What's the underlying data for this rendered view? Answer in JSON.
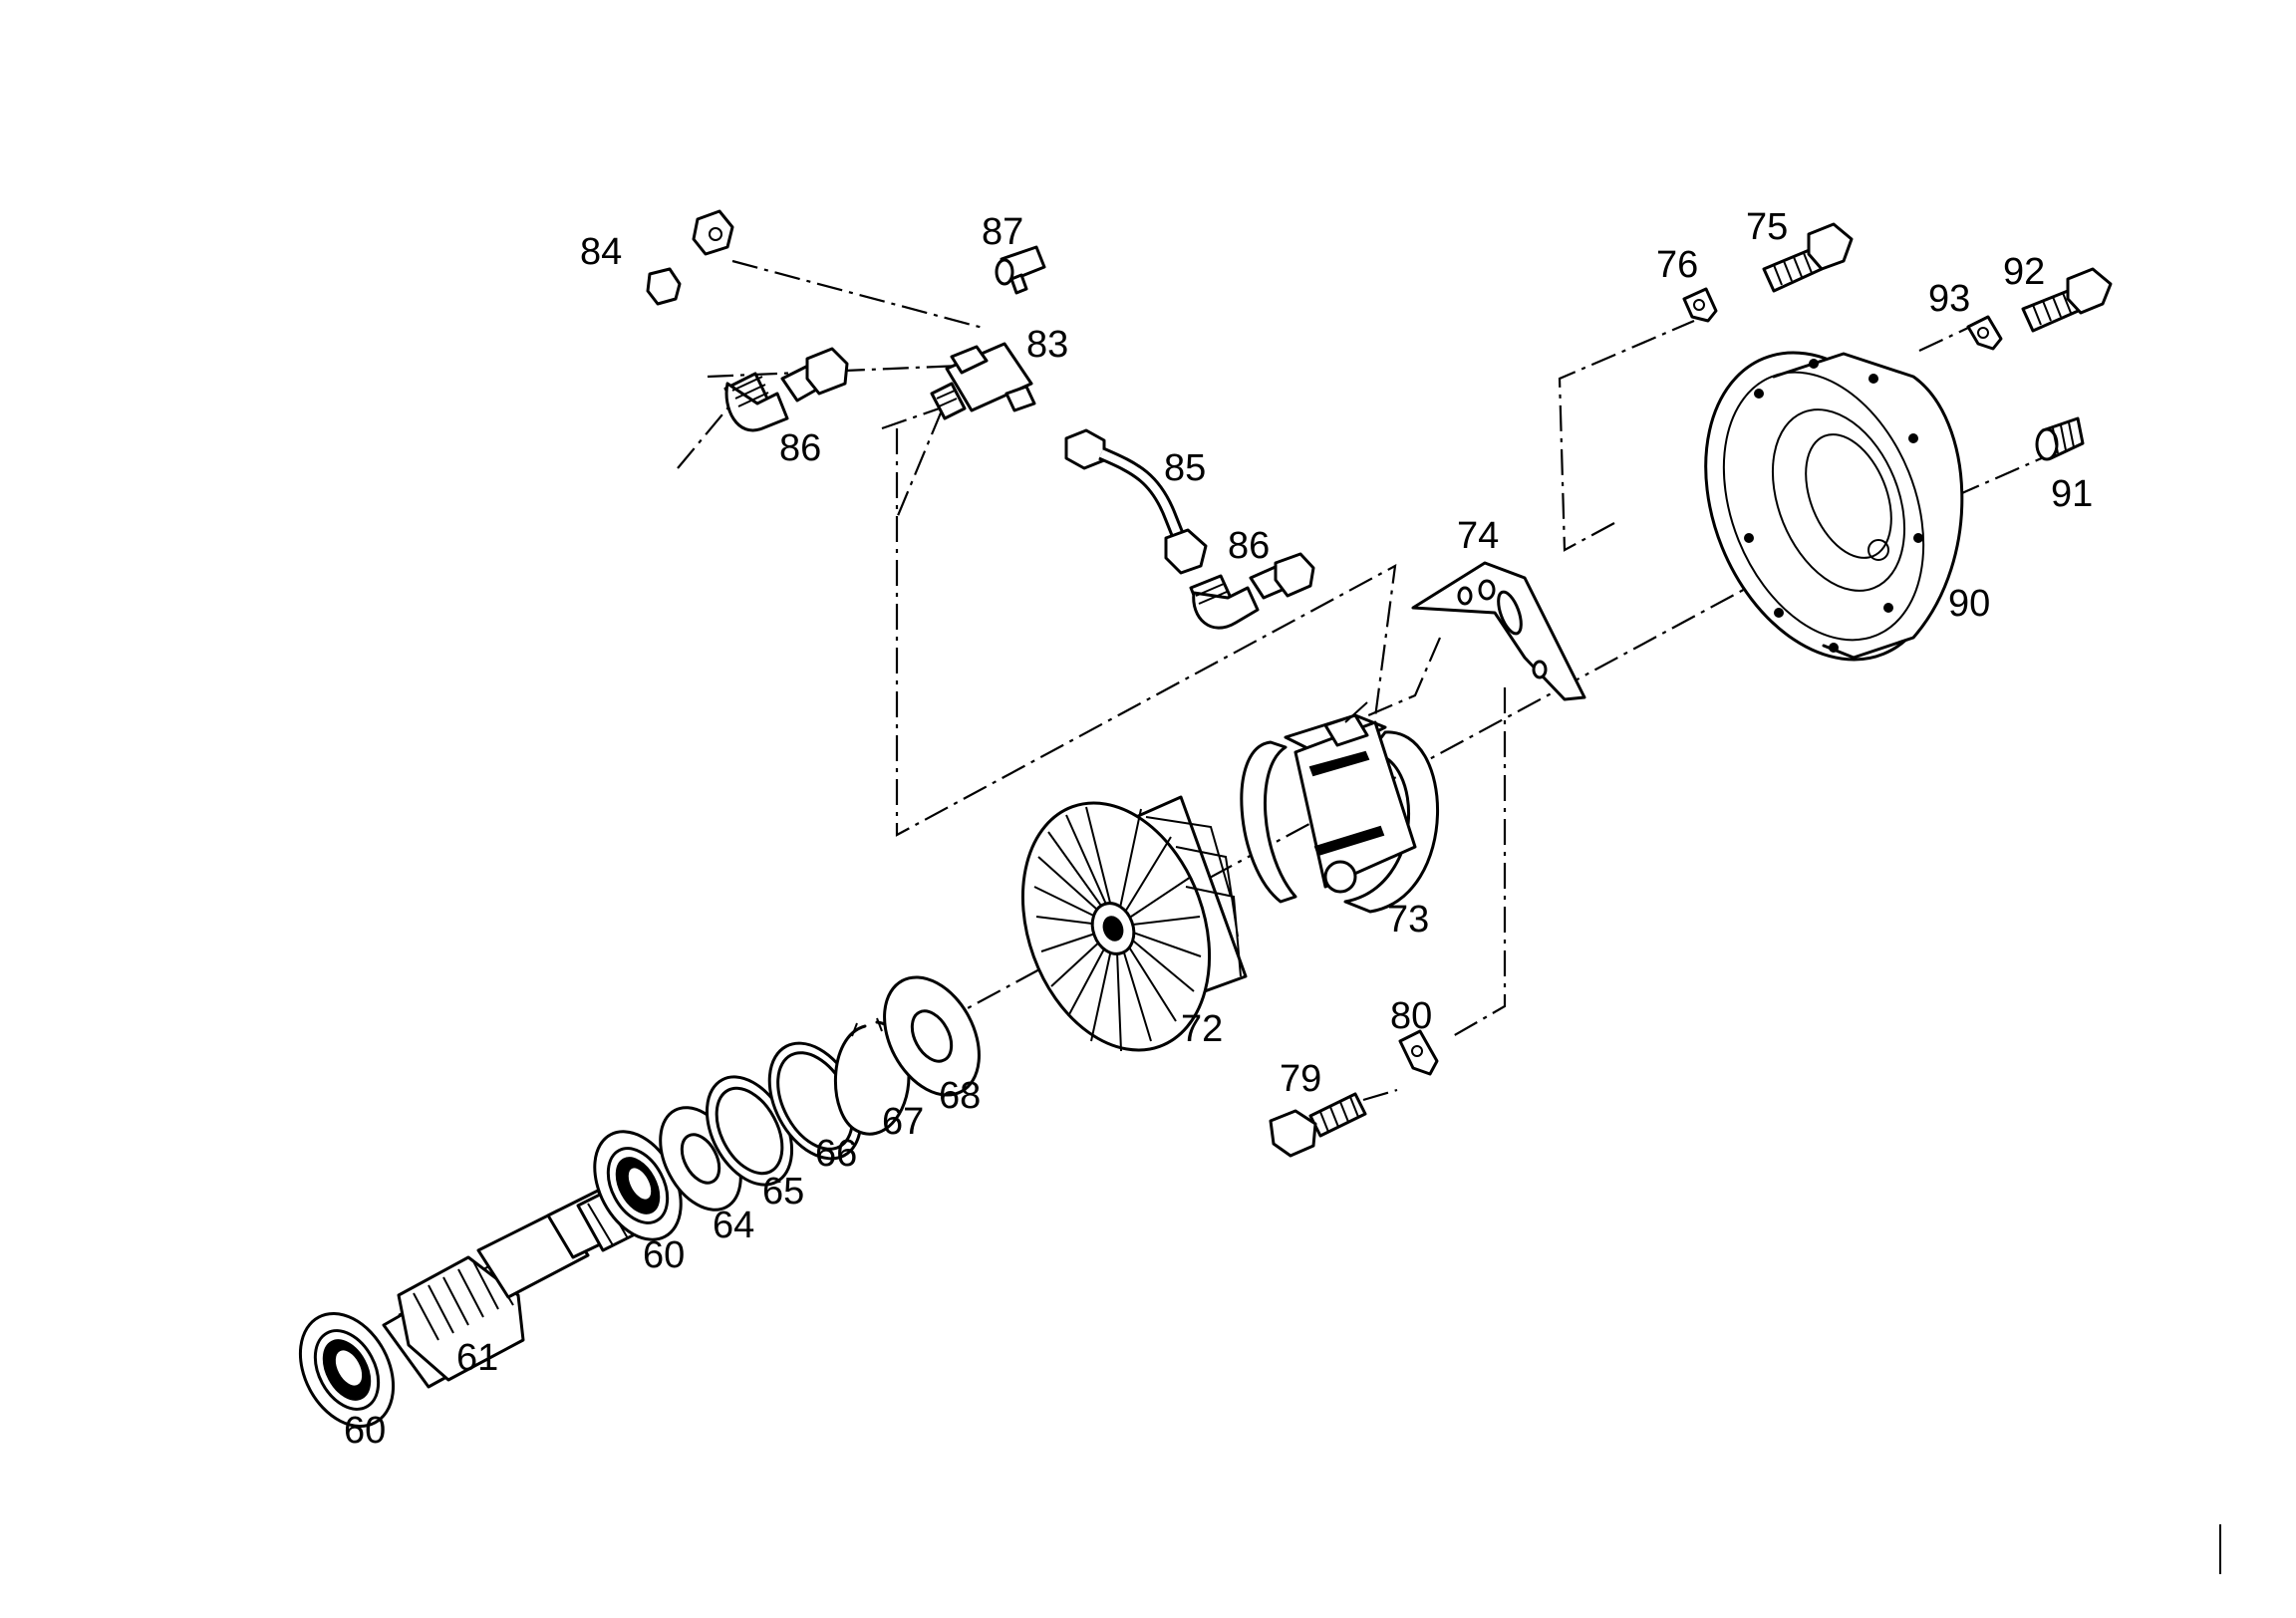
{
  "callouts": {
    "c60a": "60",
    "c60b": "60",
    "c61": "61",
    "c64": "64",
    "c65": "65",
    "c66": "66",
    "c67": "67",
    "c68": "68",
    "c72": "72",
    "c73": "73",
    "c74": "74",
    "c75": "75",
    "c76": "76",
    "c79": "79",
    "c80": "80",
    "c83": "83",
    "c84": "84",
    "c85": "85",
    "c86a": "86",
    "c86b": "86",
    "c87": "87",
    "c90": "90",
    "c91": "91",
    "c92": "92",
    "c93": "93"
  }
}
